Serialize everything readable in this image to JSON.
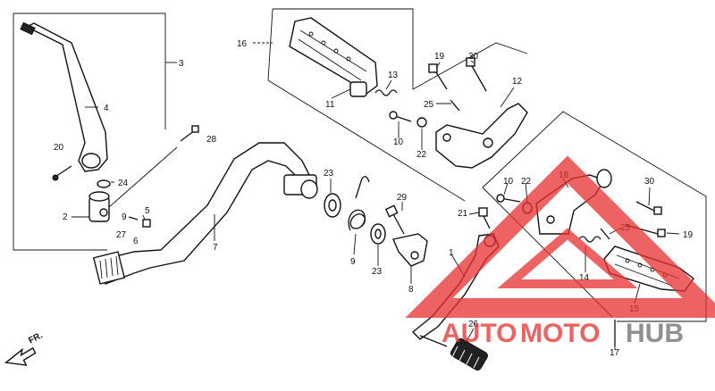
{
  "diagram": {
    "parts": {
      "p1": "1",
      "p2": "2",
      "p3": "3",
      "p4": "4",
      "p5": "5",
      "p6": "6",
      "p7": "7",
      "p8": "8",
      "p9": "9",
      "p10a": "10",
      "p10b": "10",
      "p11": "11",
      "p12": "12",
      "p13": "13",
      "p14": "14",
      "p15": "15",
      "p16": "16",
      "p17": "17",
      "p18": "18",
      "p19a": "19",
      "p19b": "19",
      "p20": "20",
      "p21": "21",
      "p22a": "22",
      "p22b": "22",
      "p23a": "23",
      "p23b": "23",
      "p24": "24",
      "p25a": "25",
      "p25b": "25",
      "p26": "26",
      "p27": "27",
      "p28": "28",
      "p29": "29",
      "p30a": "30",
      "p30b": "30"
    },
    "fr_label": "FR.",
    "watermark": {
      "auto": "AUTO",
      "moto": "MOTO",
      "hub": "HUB",
      "color_red": "#e8302f",
      "color_gray": "#6b6b6b"
    }
  }
}
